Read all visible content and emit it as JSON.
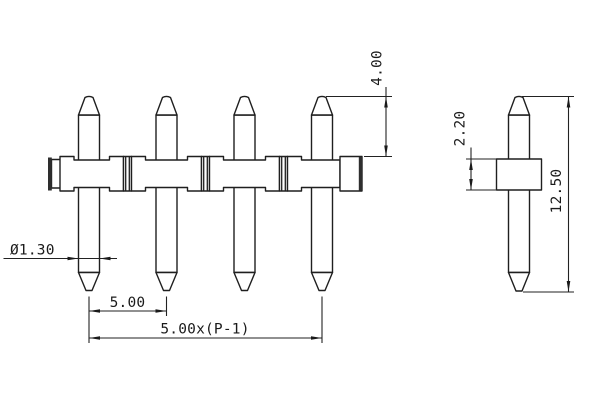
{
  "drawing": {
    "type": "technical-dimension-drawing",
    "subject": "breakaway pin header strip",
    "front_view": {
      "pin_count": 4,
      "labels": {
        "tip_height": "4.00",
        "pin_diameter": "Ø1.30",
        "pitch": "5.00",
        "row_span": "5.00x(P-1)"
      }
    },
    "side_view": {
      "pin_count": 1,
      "labels": {
        "body_height": "2.20",
        "pin_length": "12.50"
      }
    },
    "colors": {
      "line": "#1f1f1f",
      "background": "#ffffff"
    }
  }
}
